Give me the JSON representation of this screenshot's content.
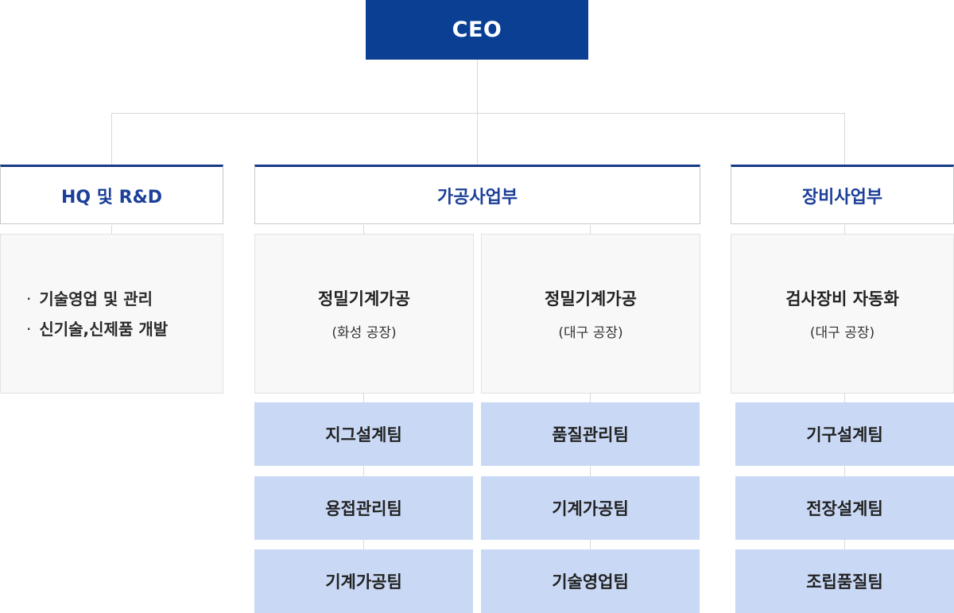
{
  "ceo": {
    "label": "CEO"
  },
  "departments": [
    {
      "name": "HQ 및 R&D"
    },
    {
      "name": "가공사업부"
    },
    {
      "name": "장비사업부"
    }
  ],
  "hq": {
    "items": [
      "기술영업 및 관리",
      "신기술,신제품 개발"
    ],
    "bullet": "·"
  },
  "units": [
    {
      "title": "정밀기계가공",
      "location": "(화성 공장)",
      "teams": [
        "지그설계팀",
        "용접관리팀",
        "기계가공팀"
      ]
    },
    {
      "title": "정밀기계가공",
      "location": "(대구 공장)",
      "teams": [
        "품질관리팀",
        "기계가공팀",
        "기술영업팀"
      ]
    },
    {
      "title": "검사장비 자동화",
      "location": "(대구 공장)",
      "teams": [
        "기구설계팀",
        "전장설계팀",
        "조립품질팀"
      ]
    }
  ],
  "colors": {
    "ceo_bg": "#0a3f94",
    "dept_text": "#1c3f98",
    "dept_top_border": "#163a86",
    "team_bg": "#c9d9f5",
    "panel_bg": "#f8f8f8",
    "connector": "#d9d9d9"
  }
}
